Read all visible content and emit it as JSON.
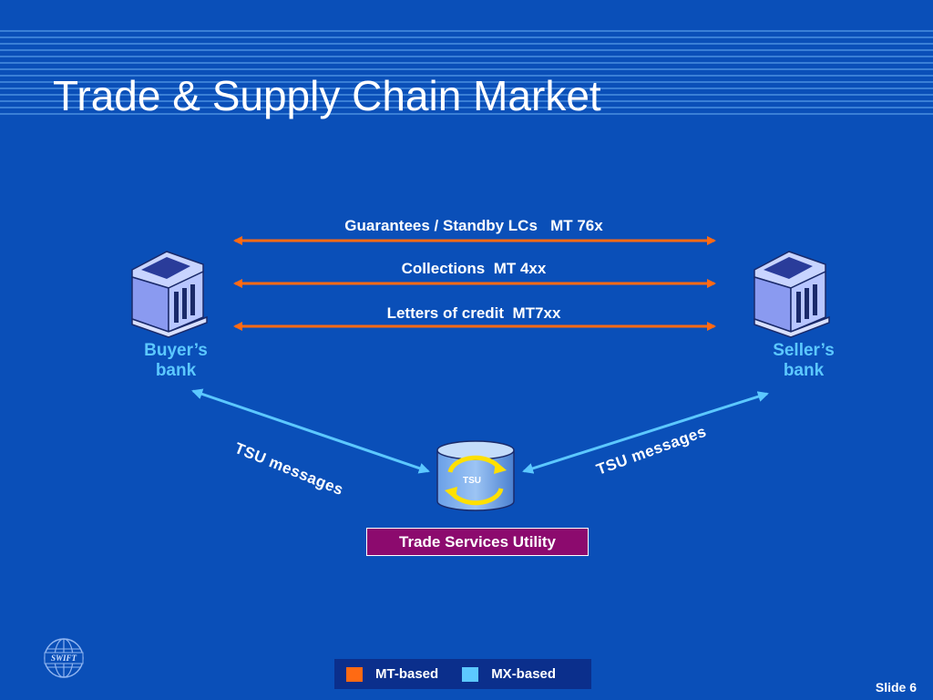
{
  "title": "Trade & Supply Chain Market",
  "flows": [
    {
      "label": "Guarantees / Standby LCs   MT 76x"
    },
    {
      "label": "Collections  MT 4xx"
    },
    {
      "label": "Letters of credit  MT7xx"
    }
  ],
  "buyer_bank": {
    "line1": "Buyer’s",
    "line2": "bank"
  },
  "seller_bank": {
    "line1": "Seller’s",
    "line2": "bank"
  },
  "tsu_messages_left": "TSU messages",
  "tsu_messages_right": "TSU messages",
  "tsu_icon_label": "TSU",
  "tsu_box_label": "Trade Services Utility",
  "legend": {
    "items": [
      {
        "label": "MT-based",
        "color": "#ff6a13"
      },
      {
        "label": "MX-based",
        "color": "#5cc8ff"
      }
    ]
  },
  "logo_text": "SWIFT",
  "slide_number": "Slide 6",
  "colors": {
    "background": "#0a4fb8",
    "mt_arrow": "#ff6a13",
    "mx_arrow": "#5cc8ff",
    "bank_label": "#5cc8ff",
    "tsu_box": "#8c0a6e"
  }
}
